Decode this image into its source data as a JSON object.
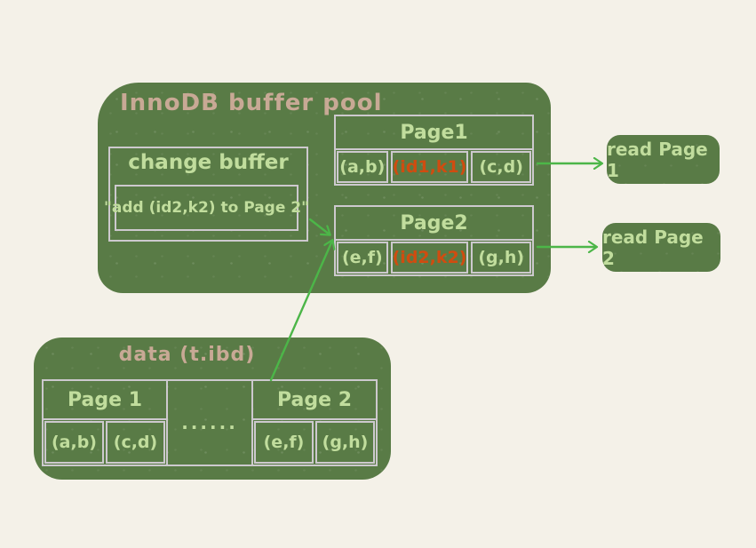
{
  "colors": {
    "background": "#f4f1e8",
    "node_green": "#597b46",
    "border_gray": "#cdc9ce",
    "text_tan": "#c8a995",
    "text_light_green": "#c1dd9d",
    "text_orange": "#d04c10",
    "arrow_green": "#4cb648"
  },
  "buffer_pool": {
    "title": "InnoDB buffer pool",
    "change_buffer": {
      "title": "change buffer",
      "note": "\"add (id2,k2) to Page 2\""
    },
    "page1": {
      "title": "Page1",
      "cells": [
        {
          "text": "(a,b)",
          "highlight": false
        },
        {
          "text": "(id1,k1)",
          "highlight": true
        },
        {
          "text": "(c,d)",
          "highlight": false
        }
      ]
    },
    "page2": {
      "title": "Page2",
      "cells": [
        {
          "text": "(e,f)",
          "highlight": false
        },
        {
          "text": "(id2,k2)",
          "highlight": true
        },
        {
          "text": "(g,h)",
          "highlight": false
        }
      ]
    }
  },
  "reads": [
    {
      "label": "read Page 1"
    },
    {
      "label": "read Page 2"
    }
  ],
  "data_file": {
    "title": "data (t.ibd)",
    "page1": {
      "title": "Page 1",
      "cells": [
        {
          "text": "(a,b)"
        },
        {
          "text": "(c,d)"
        }
      ]
    },
    "dots": "......",
    "page2": {
      "title": "Page 2",
      "cells": [
        {
          "text": "(e,f)"
        },
        {
          "text": "(g,h)"
        }
      ]
    }
  },
  "edges": [
    {
      "from": "change-buffer",
      "to": "buffer-pool-page2"
    },
    {
      "from": "data-file-table",
      "to": "buffer-pool-page2"
    },
    {
      "from": "buffer-pool-page1",
      "to": "read-page1"
    },
    {
      "from": "buffer-pool-page2",
      "to": "read-page2"
    }
  ]
}
